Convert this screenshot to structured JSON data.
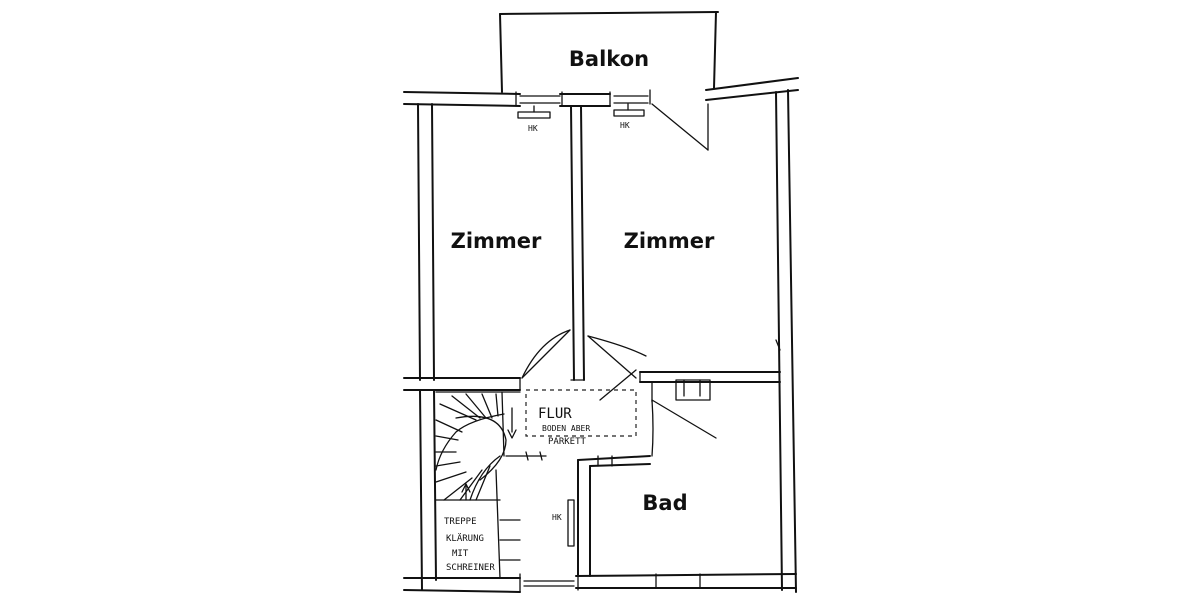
{
  "rooms": {
    "balcony": "Balkon",
    "room_left": "Zimmer",
    "room_right": "Zimmer",
    "bathroom": "Bad"
  },
  "notes": {
    "hallway_line1": "FLUR",
    "hallway_line2": "BODEN ABER",
    "hallway_line3": "PARKETT",
    "stair_line1": "TREPPE",
    "stair_line2": "KLÄRUNG",
    "stair_line3": "MIT",
    "stair_line4": "SCHREINER",
    "radiator_label": "HK"
  }
}
